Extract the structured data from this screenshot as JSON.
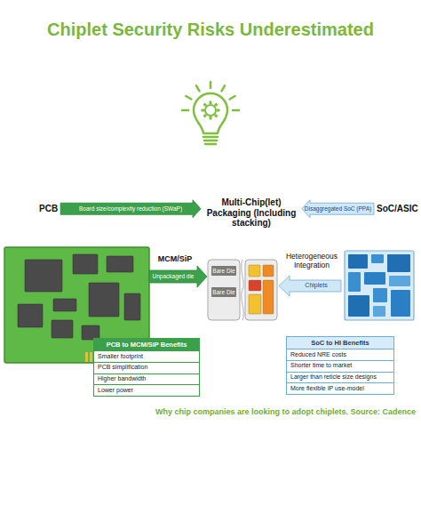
{
  "diagram": {
    "title": "Chiplet Security Risks Underestimated",
    "caption": "Why chip companies are looking to adopt chiplets. Source: Cadence",
    "nodes": [
      {
        "text": [
          "PCB"
        ]
      },
      {
        "text": [
          "Multi-Chip(let) Packaging (Including stacking)"
        ]
      },
      {
        "text": [
          "SoC/ASIC"
        ]
      },
      {
        "text": [
          "Bare Die"
        ]
      },
      {
        "text": [
          "Bare Die"
        ]
      },
      {
        "text": [
          "PCB to MCM/SiP Benefits"
        ]
      },
      {
        "text": [
          "Smaller footprint"
        ],
        "in": 5
      },
      {
        "text": [
          "PCB simplification"
        ],
        "in": 5
      },
      {
        "text": [
          "Higher bandwidth"
        ],
        "in": 5
      },
      {
        "text": [
          "Lower power"
        ],
        "in": 5
      },
      {
        "text": [
          "SoC to HI Benefits"
        ]
      },
      {
        "text": [
          "Reduced NRE costs"
        ],
        "in": 10
      },
      {
        "text": [
          "Shorter time to market"
        ],
        "in": 10
      },
      {
        "text": [
          "Larger than reticle size designs"
        ],
        "in": 10
      },
      {
        "text": [
          "More flexible IP use-model"
        ],
        "in": 10
      }
    ],
    "edges": [
      {
        "from": 0,
        "to": 1,
        "label": "Board size/complexity reduction (SWaP)",
        "arrow": "to"
      },
      {
        "from": 2,
        "to": 1,
        "label": "Disaggregated SoC (PPA)",
        "arrow": "to"
      }
    ],
    "labels": [
      "MCM/SiP",
      "Unpackaged die",
      "Heterogeneous Integration",
      "Chiplets"
    ]
  }
}
